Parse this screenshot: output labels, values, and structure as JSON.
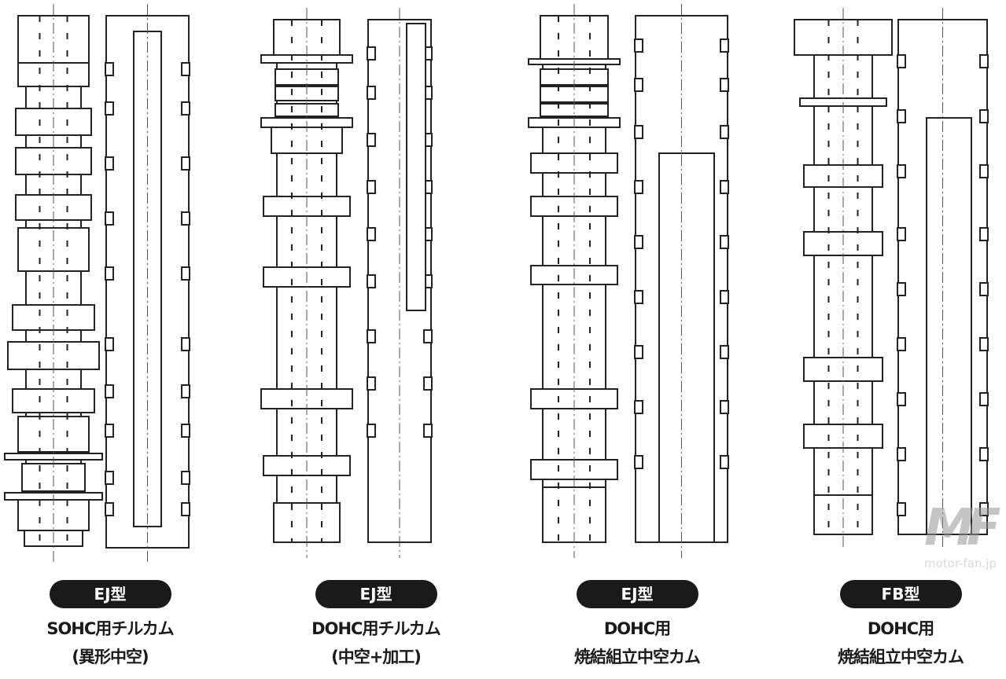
{
  "items": [
    {
      "engine": "EJ型",
      "line1": "SOHC用チルカム",
      "line2": "(異形中空)"
    },
    {
      "engine": "EJ型",
      "line1": "DOHC用チルカム",
      "line2": "(中空+加工)"
    },
    {
      "engine": "EJ型",
      "line1": "DOHC用",
      "line2": "焼結組立中空カム"
    },
    {
      "engine": "FB型",
      "line1": "DOHC用",
      "line2": "焼結組立中空カム"
    }
  ],
  "watermark": {
    "logo": "MF",
    "site": "motor-fan.jp"
  }
}
